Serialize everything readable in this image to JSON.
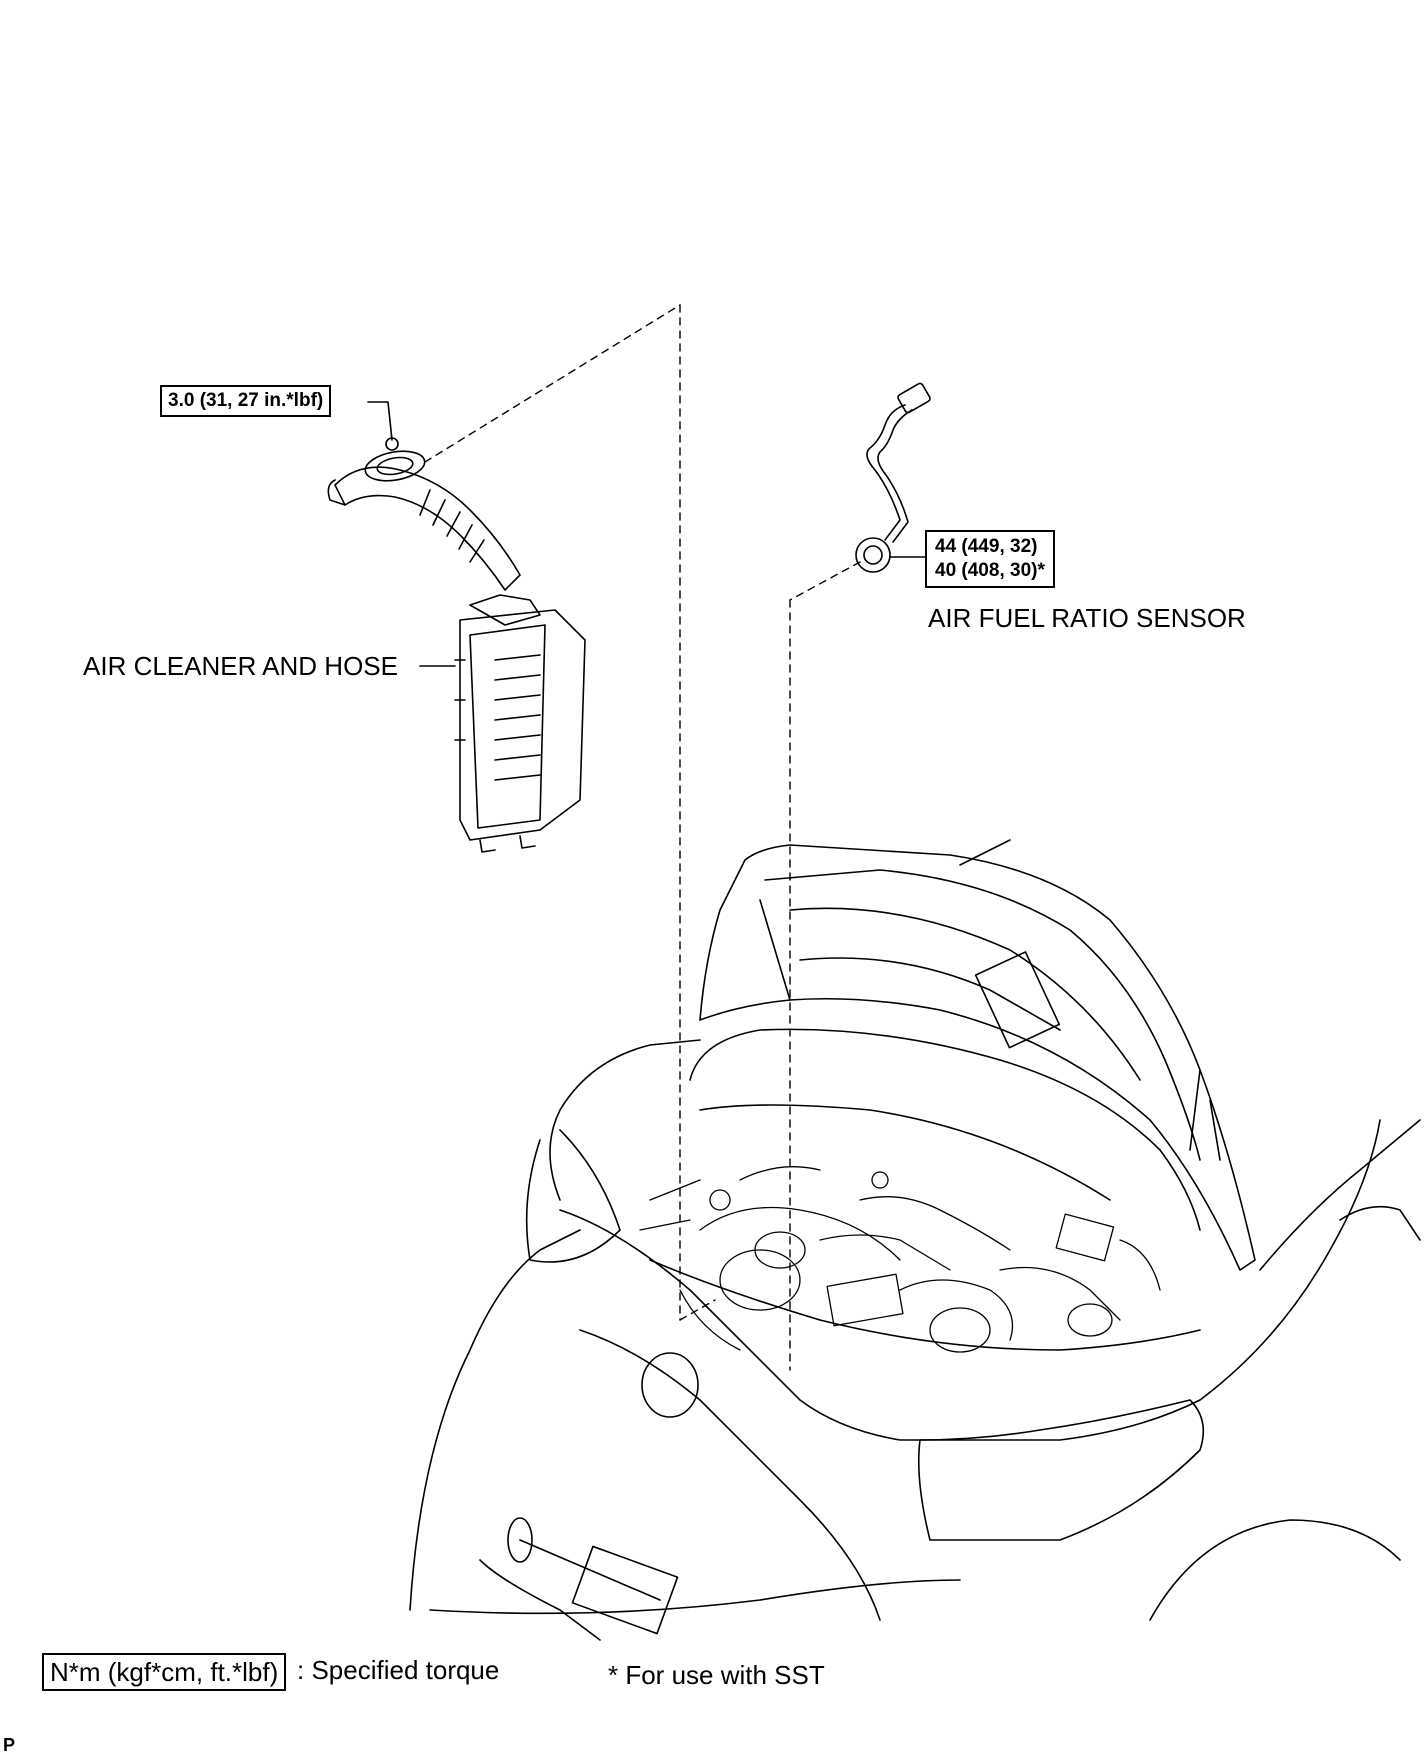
{
  "callouts": {
    "hose_clamp_torque": "3.0 (31, 27 in.*lbf)",
    "sensor_torque_line1": "44 (449, 32)",
    "sensor_torque_line2": "40 (408, 30)*"
  },
  "parts": {
    "air_cleaner": "AIR CLEANER AND HOSE",
    "af_sensor": "AIR FUEL RATIO SENSOR"
  },
  "legend": {
    "torque_unit_box": "N*m (kgf*cm, ft.*lbf)",
    "torque_desc": ": Specified torque",
    "sst_note": "* For use with SST"
  },
  "corner_mark": "P",
  "icons": {
    "air_cleaner": "air-cleaner-illustration",
    "sensor": "air-fuel-ratio-sensor-illustration",
    "vehicle": "vehicle-engine-bay-illustration"
  },
  "colors": {
    "line": "#000000",
    "background": "#ffffff"
  }
}
